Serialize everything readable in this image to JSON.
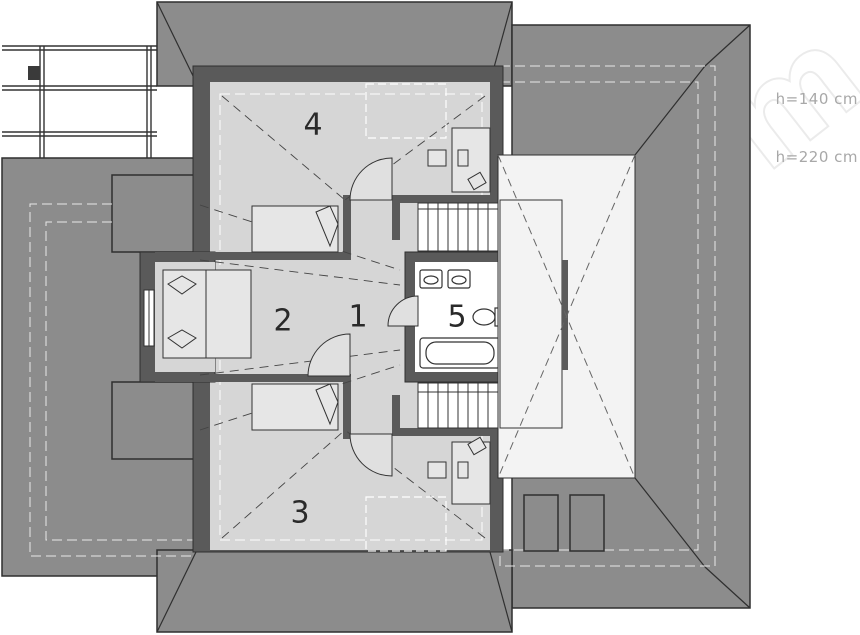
{
  "rooms": [
    {
      "id": "1",
      "label": "1"
    },
    {
      "id": "2",
      "label": "2"
    },
    {
      "id": "3",
      "label": "3"
    },
    {
      "id": "4",
      "label": "4"
    },
    {
      "id": "5",
      "label": "5"
    }
  ],
  "legend": {
    "h140": "h=140 cm",
    "h220": "h=220 cm"
  },
  "watermark": "extradom",
  "colors": {
    "roof": "#8c8c8c",
    "wall": "#5a5a5a",
    "floor": "#d6d6d6",
    "void": "#f3f3f3",
    "outline": "#2f2f2f"
  }
}
